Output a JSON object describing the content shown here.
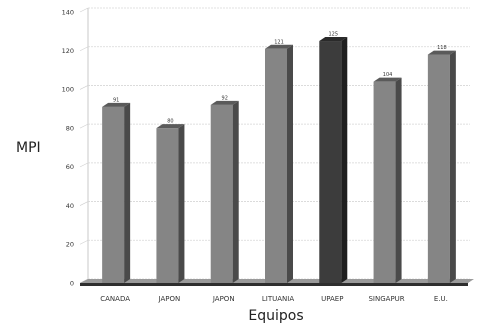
{
  "chart_data": {
    "type": "bar",
    "title": "",
    "xlabel": "Equipos",
    "ylabel": "MPI",
    "ylim": [
      0,
      140
    ],
    "yticks": [
      0,
      20,
      40,
      60,
      80,
      100,
      120,
      140
    ],
    "grid": true,
    "style": "3d",
    "categories": [
      "CANADA",
      "JAPON",
      "JAPON",
      "LITUANIA",
      "UPAEP",
      "SINGAPUR",
      "E.U."
    ],
    "values": [
      91,
      80,
      92,
      121,
      125,
      104,
      118
    ],
    "data_labels": [
      "91",
      "80",
      "92",
      "121",
      "125",
      "104",
      "118"
    ],
    "bar_colors": [
      "#858585",
      "#858585",
      "#858585",
      "#858585",
      "#3c3c3c",
      "#858585",
      "#858585"
    ]
  }
}
